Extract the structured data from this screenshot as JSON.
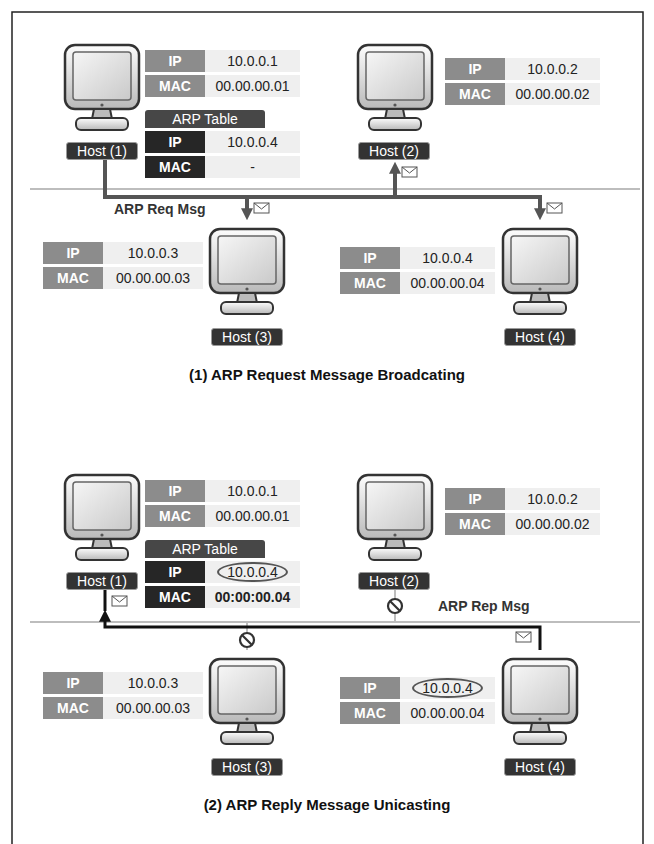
{
  "diagram": {
    "nodes": [
      {
        "text": [
          "IP",
          "10.0.0.1",
          "MAC",
          "00.00.00.01",
          "Host (1)"
        ]
      },
      {
        "text": [
          "ARP Table",
          "IP",
          "10.0.0.4",
          "MAC",
          "-"
        ],
        "in": 0
      },
      {
        "text": [
          "IP",
          "10.0.0.2",
          "MAC",
          "00.00.00.02",
          "Host (2)"
        ]
      },
      {
        "text": [
          "IP",
          "10.0.0.3",
          "MAC",
          "00.00.00.03",
          "Host (3)"
        ]
      },
      {
        "text": [
          "IP",
          "10.0.0.4",
          "MAC",
          "00.00.00.04",
          "Host (4)"
        ]
      },
      {
        "text": [
          "IP",
          "10.0.0.1",
          "MAC",
          "00.00.00.01",
          "Host (1)"
        ]
      },
      {
        "text": [
          "ARP Table",
          "IP",
          "10.0.0.4",
          "MAC",
          "00:00:00.04"
        ],
        "in": 5
      },
      {
        "text": [
          "IP",
          "10.0.0.2",
          "MAC",
          "00.00.00.02",
          "Host (2)"
        ]
      },
      {
        "text": [
          "IP",
          "10.0.0.3",
          "MAC",
          "00.00.00.03",
          "Host (3)"
        ]
      },
      {
        "text": [
          "IP",
          "10.0.0.4",
          "MAC",
          "00.00.00.04",
          "Host (4)"
        ]
      }
    ],
    "edges": [
      {
        "from": 0,
        "to": 2,
        "arrow": "to",
        "label": "ARP Req Msg"
      },
      {
        "from": 0,
        "to": 3,
        "arrow": "to"
      },
      {
        "from": 0,
        "to": 4,
        "arrow": "to"
      },
      {
        "from": 9,
        "to": 5,
        "arrow": "to",
        "label": "ARP Rep Msg"
      }
    ],
    "labels": [
      "(1) ARP Request Message Broadcating",
      "(2) ARP Reply Message Unicasting"
    ]
  }
}
